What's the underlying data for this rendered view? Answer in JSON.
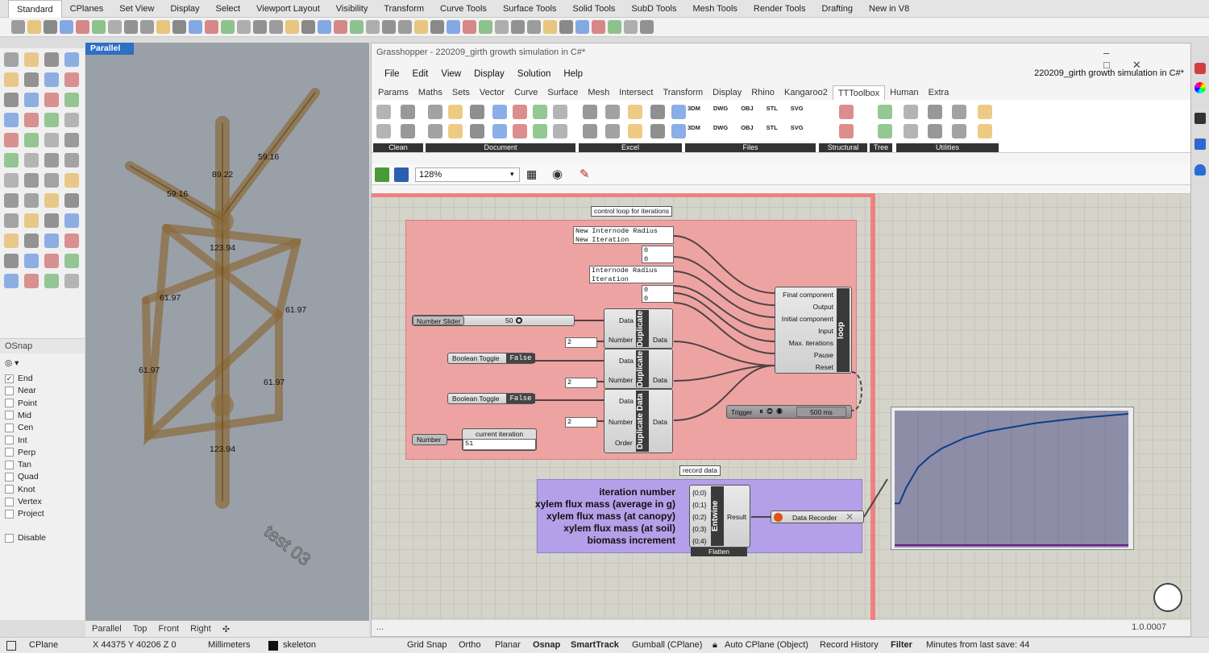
{
  "rhino_tabs": [
    "Standard",
    "CPlanes",
    "Set View",
    "Display",
    "Select",
    "Viewport Layout",
    "Visibility",
    "Transform",
    "Curve Tools",
    "Surface Tools",
    "Solid Tools",
    "SubD Tools",
    "Mesh Tools",
    "Render Tools",
    "Drafting",
    "New in V8"
  ],
  "viewport": {
    "name": "Parallel",
    "tabs": [
      "Parallel",
      "Top",
      "Front",
      "Right"
    ],
    "dims": {
      "d1": "59.16",
      "d2": "89.22",
      "d3": "59.16",
      "d4": "123.94",
      "d5": "61.97",
      "d6": "61.97",
      "d7": "61.97",
      "d8": "61.97",
      "d9": "123.94"
    },
    "model_text": "test 03"
  },
  "osnap": {
    "title": "OSnap",
    "items": [
      {
        "label": "End",
        "checked": true
      },
      {
        "label": "Near",
        "checked": false
      },
      {
        "label": "Point",
        "checked": false
      },
      {
        "label": "Mid",
        "checked": false
      },
      {
        "label": "Cen",
        "checked": false
      },
      {
        "label": "Int",
        "checked": false
      },
      {
        "label": "Perp",
        "checked": false
      },
      {
        "label": "Tan",
        "checked": false
      },
      {
        "label": "Quad",
        "checked": false
      },
      {
        "label": "Knot",
        "checked": false
      },
      {
        "label": "Vertex",
        "checked": false
      },
      {
        "label": "Project",
        "checked": false
      }
    ],
    "disable": "Disable"
  },
  "status": {
    "cplane": "CPlane",
    "coords": "X 44375 Y 40206 Z 0",
    "units": "Millimeters",
    "layer": "skeleton",
    "grid_snap": "Grid Snap",
    "ortho": "Ortho",
    "planar": "Planar",
    "osnap": "Osnap",
    "smarttrack": "SmartTrack",
    "gumball": "Gumball (CPlane)",
    "autocplane": "Auto CPlane (Object)",
    "record_history": "Record History",
    "filter": "Filter",
    "minutes": "Minutes from last save: 44"
  },
  "gh": {
    "title": "Grasshopper - 220209_girth growth simulation in C#*",
    "doc_title": "220209_girth growth simulation in C#*",
    "menu": [
      "File",
      "Edit",
      "View",
      "Display",
      "Solution",
      "Help"
    ],
    "tabs": [
      "Params",
      "Maths",
      "Sets",
      "Vector",
      "Curve",
      "Surface",
      "Mesh",
      "Intersect",
      "Transform",
      "Display",
      "Rhino",
      "Kangaroo2",
      "TTToolbox",
      "Human",
      "Extra"
    ],
    "ribbon_groups": [
      "Clean",
      "Document",
      "Excel",
      "Files",
      "Structural",
      "Tree",
      "Utilities"
    ],
    "ribbon_small": {
      "a": "3DM",
      "b": "DWG",
      "c": "OBJ",
      "d": "STL",
      "e": "SVG"
    },
    "zoom": "128%",
    "footer_left": "...",
    "version": "1.0.0007"
  },
  "canvas": {
    "group1_label": "control loop for iterations",
    "group2_label": "record data",
    "panel1": "New Internode Radius\nNew Iteration",
    "panel2": "Internode Radius\nIteration",
    "zero": "0",
    "slider_label": "Number Slider",
    "slider_value": "50",
    "toggle_label": "Boolean Toggle",
    "toggle_value": "False",
    "two": "2",
    "number_label": "Number",
    "iter_label": "current iteration",
    "iter_value": "51",
    "dup_name": "Duplicate Data",
    "dup_in": [
      "Data",
      "Number"
    ],
    "dup_in3": "Order",
    "dup_out": "Data",
    "loop_name": "loop",
    "loop_ports": [
      "Final component",
      "Output",
      "Initial component",
      "Input",
      "Max. iterations",
      "Pause",
      "Reset"
    ],
    "trigger_label": "Trigger",
    "trigger_value": "500 ms",
    "fields": [
      "iteration number",
      "xylem flux mass (average in g)",
      "xylem flux mass (at canopy)",
      "xylem flux mass (at soil)",
      "biomass increment"
    ],
    "entwine_ports": [
      "{0;0}",
      "{0;1}",
      "{0;2}",
      "{0;3}",
      "{0;4}"
    ],
    "entwine_name": "Entwine",
    "entwine_out": "Result",
    "flatten": "Flatten",
    "recorder": "Data Recorder"
  },
  "chart_data": {
    "type": "line",
    "title": "",
    "xlabel": "",
    "ylabel": "",
    "series": [
      {
        "name": "",
        "x": [
          0,
          0.02,
          0.05,
          0.1,
          0.15,
          0.2,
          0.3,
          0.4,
          0.5,
          0.6,
          0.7,
          0.8,
          0.9,
          1.0
        ],
        "y": [
          0.33,
          0.33,
          0.45,
          0.6,
          0.68,
          0.74,
          0.82,
          0.87,
          0.9,
          0.93,
          0.95,
          0.97,
          0.985,
          1.0
        ]
      }
    ],
    "color": "#0d3e8a",
    "background": "#8d8da8"
  }
}
